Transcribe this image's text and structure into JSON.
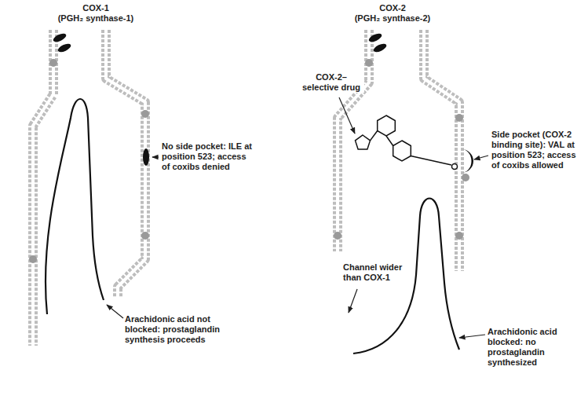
{
  "diagram": {
    "labels": [
      "COX-1",
      "(PGH₂ synthase-1)",
      "No side pocket: ILE at position 523; access of coxibs denied",
      "Arachidonic acid not blocked: prostaglandin synthesis proceeds",
      "COX-2",
      "(PGH₂ synthase-2)",
      "COX-2–selective drug",
      "Side pocket (COX-2 binding site): VAL at position 523; access of coxibs allowed",
      "Channel wider than COX-1",
      "Arachidonic acid blocked: no prostaglandin synthesized"
    ]
  }
}
